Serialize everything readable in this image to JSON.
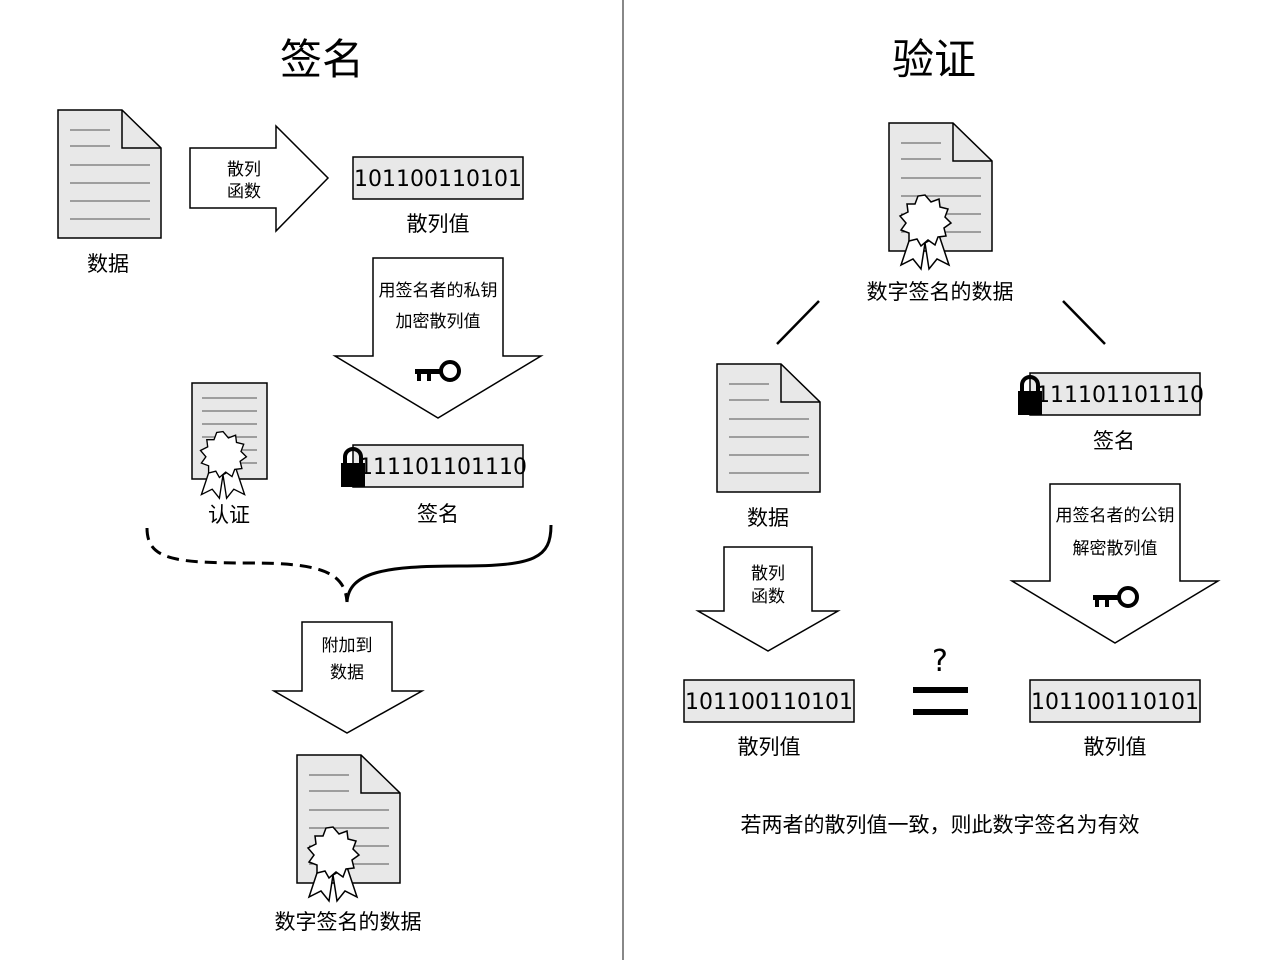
{
  "sign": {
    "title": "签名",
    "data_label": "数据",
    "hash_func_arrow": [
      "散列",
      "函数"
    ],
    "hash_value": "101100110101",
    "hash_label": "散列值",
    "encrypt_arrow": [
      "用签名者的私钥",
      "加密散列值"
    ],
    "cert_label": "认证",
    "signature_value": "111101101110",
    "signature_label": "签名",
    "attach_arrow": [
      "附加到",
      "数据"
    ],
    "signed_data_label": "数字签名的数据"
  },
  "verify": {
    "title": "验证",
    "signed_data_label": "数字签名的数据",
    "data_label": "数据",
    "signature_value": "111101101110",
    "signature_label": "签名",
    "hash_func_arrow": [
      "散列",
      "函数"
    ],
    "decrypt_arrow": [
      "用签名者的公钥",
      "解密散列值"
    ],
    "hash_value_left": "101100110101",
    "hash_label_left": "散列值",
    "question_mark": "?",
    "hash_value_right": "101100110101",
    "hash_label_right": "散列值",
    "conclusion": "若两者的散列值一致，则此数字签名为有效"
  }
}
